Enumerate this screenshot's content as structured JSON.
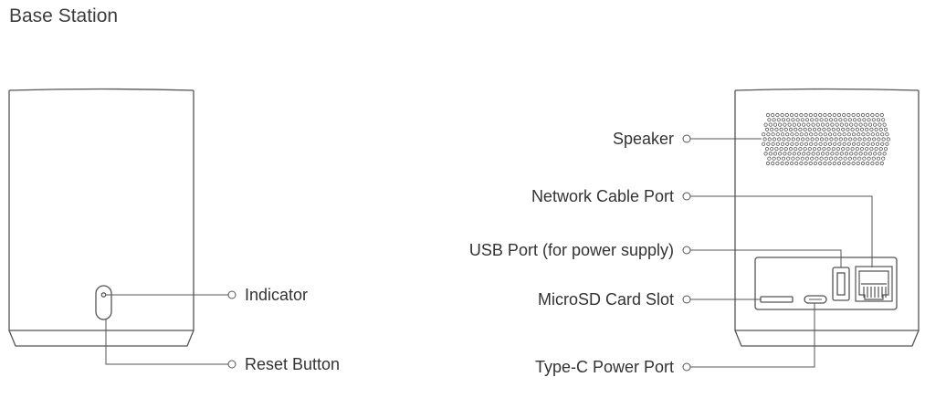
{
  "title": "Base Station",
  "labels": {
    "indicator": "Indicator",
    "reset_button": "Reset Button",
    "speaker": "Speaker",
    "network_cable_port": "Network Cable Port",
    "usb_port": "USB Port (for power supply)",
    "microsd_slot": "MicroSD Card Slot",
    "typec_port": "Type-C Power Port"
  },
  "colors": {
    "outline": "#555555",
    "text": "#333333"
  }
}
